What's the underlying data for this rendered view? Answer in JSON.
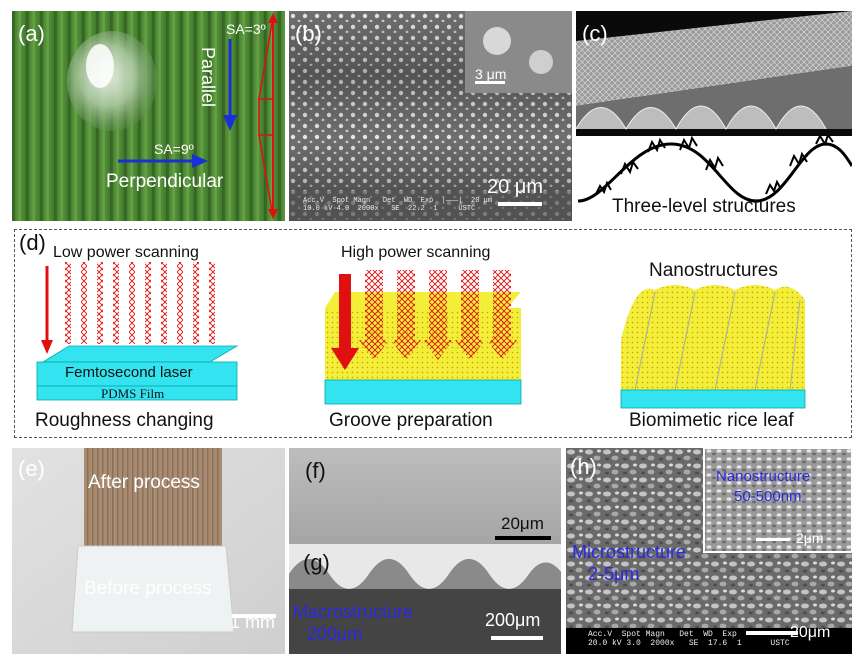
{
  "panels": {
    "a": {
      "label": "(a)",
      "sa_parallel": "SA=3º",
      "sa_perpendicular": "SA=9º",
      "parallel": "Parallel",
      "perpendicular": "Perpendicular"
    },
    "b": {
      "label": "(b)",
      "inset_scale": "3 μm",
      "scale": "20 μm",
      "sem_info": "Acc.V  Spot Magn   Det  WD  Exp  |———|  20 μm\n10.0 kV 4.0  2000x   SE  22.2  1     USTC"
    },
    "c": {
      "label": "(c)",
      "caption": "Three-level structures"
    },
    "d": {
      "label": "(d)",
      "low_power": "Low power scanning",
      "laser": "Femtosecond laser",
      "film": "PDMS  Film",
      "step1": "Roughness changing",
      "high_power": "High power scanning",
      "step2": "Groove preparation",
      "nano": "Nanostructures",
      "step3": "Biomimetic rice leaf"
    },
    "e": {
      "label": "(e)",
      "after": "After process",
      "before": "Before process",
      "scale": "1 mm"
    },
    "f": {
      "label": "(f)",
      "scale": "20μm"
    },
    "g": {
      "label": "(g)",
      "macro": "Macrostructure",
      "macro_size": "200μm",
      "scale": "200μm"
    },
    "h": {
      "label": "(h)",
      "nano_inset": "Nanostructure",
      "nano_size": "50-500nm",
      "inset_scale": "2μm",
      "micro": "Microstructure",
      "micro_size": "2-5μm",
      "scale": "20μm",
      "sem_info": "Acc.V  Spot Magn   Det  WD  Exp\n20.0 kV 3.0  2000x   SE  17.6  1      USTC"
    }
  },
  "colors": {
    "arrow_blue": "#1a2fd6",
    "arrow_red": "#e01010",
    "text_blue": "#2a2ae0",
    "cyan": "#33e3f0",
    "yellow": "#f2ee3a",
    "leaf_green": "#4f8a34"
  }
}
